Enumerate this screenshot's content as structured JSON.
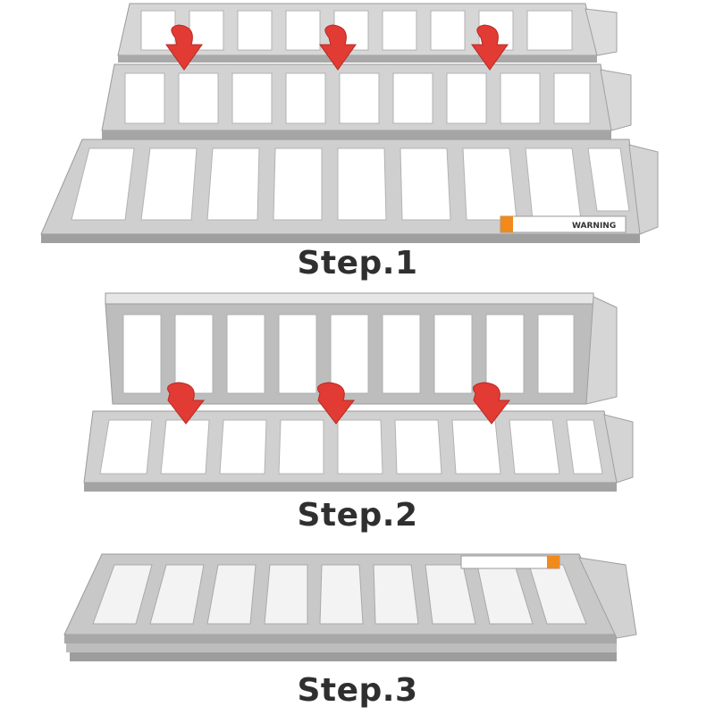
{
  "steps": [
    {
      "label": "Step.1",
      "arrow_count": 3,
      "fold_state": "unfolded"
    },
    {
      "label": "Step.2",
      "arrow_count": 3,
      "fold_state": "half-folded"
    },
    {
      "label": "Step.3",
      "arrow_count": 0,
      "fold_state": "folded"
    }
  ],
  "warning_label": {
    "text": "WARNING"
  },
  "colors": {
    "aluminum": "#c9c9c9",
    "aluminum_light": "#e4e4e4",
    "aluminum_dark": "#8f8f8f",
    "arrow": "#e23b34",
    "warning_orange": "#f08a1c",
    "text": "#2f2f2f"
  },
  "icons": [
    "fold-down-arrow-icon",
    "warning-label-icon"
  ]
}
